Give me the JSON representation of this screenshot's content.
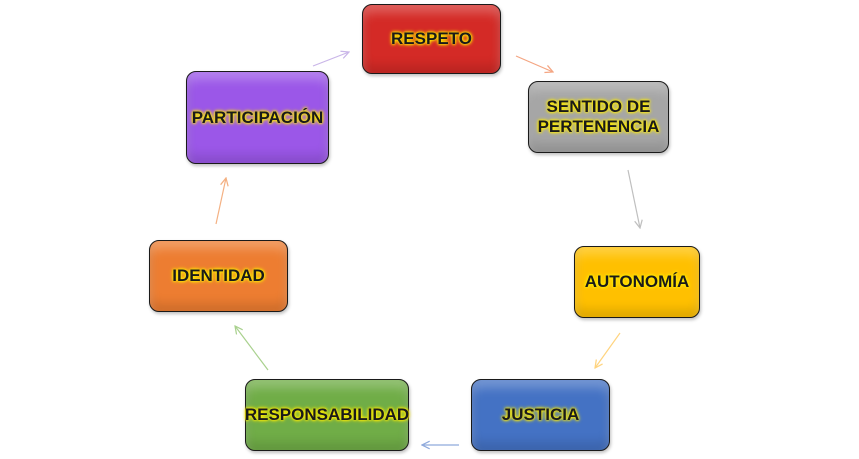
{
  "diagram": {
    "nodes": [
      {
        "id": "respeto",
        "label": "RESPETO",
        "color": "#d42a26"
      },
      {
        "id": "sentido-de-pertenencia",
        "label": "SENTIDO DE PERTENENCIA",
        "color": "#a6a6a6"
      },
      {
        "id": "autonomia",
        "label": "AUTONOMÍA",
        "color": "#ffc000"
      },
      {
        "id": "justicia",
        "label": "JUSTICIA",
        "color": "#4472c4"
      },
      {
        "id": "responsabilidad",
        "label": "RESPONSABILIDAD",
        "color": "#70ad47"
      },
      {
        "id": "identidad",
        "label": "IDENTIDAD",
        "color": "#ed7d31"
      },
      {
        "id": "participacion",
        "label": "PARTICIPACIÓN",
        "color": "#9b57e8"
      }
    ],
    "arrows": [
      {
        "from": "respeto",
        "to": "sentido-de-pertenencia",
        "color": "#f4a582"
      },
      {
        "from": "sentido-de-pertenencia",
        "to": "autonomia",
        "color": "#bfbfbf"
      },
      {
        "from": "autonomia",
        "to": "justicia",
        "color": "#ffd47f"
      },
      {
        "from": "justicia",
        "to": "responsabilidad",
        "color": "#8faadc"
      },
      {
        "from": "responsabilidad",
        "to": "identidad",
        "color": "#a9d18e"
      },
      {
        "from": "identidad",
        "to": "participacion",
        "color": "#f4b183"
      },
      {
        "from": "participacion",
        "to": "respeto",
        "color": "#c9b5e8"
      }
    ],
    "text_glow_color": "#ffee00"
  }
}
